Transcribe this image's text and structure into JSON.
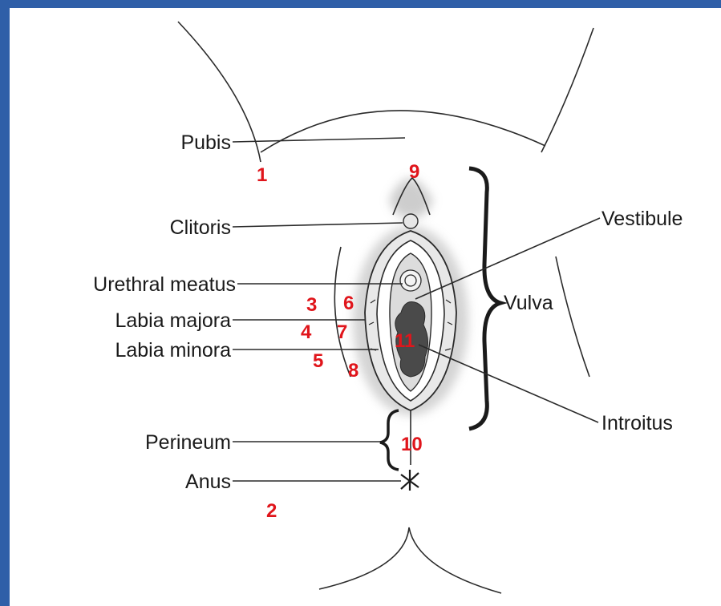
{
  "labels": {
    "pubis": "Pubis",
    "clitoris": "Clitoris",
    "urethral_meatus": "Urethral meatus",
    "labia_majora": "Labia majora",
    "labia_minora": "Labia minora",
    "perineum": "Perineum",
    "anus": "Anus",
    "vestibule": "Vestibule",
    "vulva": "Vulva",
    "introitus": "Introitus"
  },
  "numbers": {
    "n1": "1",
    "n2": "2",
    "n3": "3",
    "n4": "4",
    "n5": "5",
    "n6": "6",
    "n7": "7",
    "n8": "8",
    "n9": "9",
    "n10": "10",
    "n11": "11"
  },
  "colors": {
    "frame": "#2f5fa8",
    "numbers": "#e0151b",
    "shading": "#b9b9b9",
    "introitus_fill": "#4a4a4a"
  }
}
